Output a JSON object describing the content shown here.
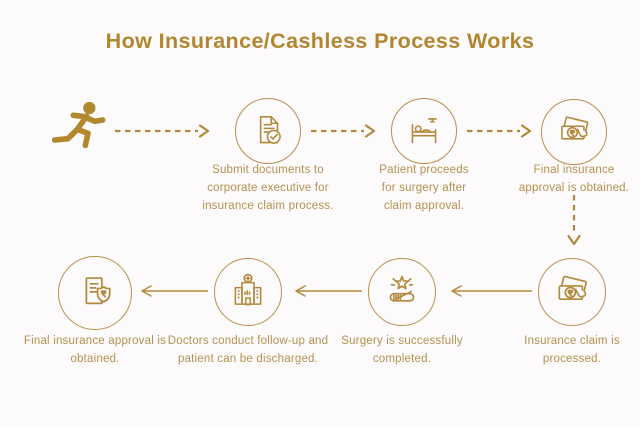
{
  "title": "How Insurance/Cashless Process Works",
  "colors": {
    "gold": "#B2893C",
    "gold_dark": "#B1862F",
    "caption_gold": "#B4914E",
    "background": "#FCFAFB"
  },
  "start": {
    "icon": "running-person-icon"
  },
  "top_row": {
    "direction": "left-to-right",
    "arrow_style": "dashed",
    "steps": [
      {
        "icon": "document-check-icon",
        "caption": "Submit documents to corporate executive for insurance claim process."
      },
      {
        "icon": "patient-bed-icon",
        "caption": "Patient proceeds for surgery after claim approval."
      },
      {
        "icon": "cash-payment-icon",
        "caption": "Final insurance approval is obtained."
      }
    ]
  },
  "connector": {
    "arrow_style": "dashed",
    "direction": "down"
  },
  "bottom_row": {
    "direction": "right-to-left",
    "arrow_style": "solid",
    "steps": [
      {
        "icon": "cash-payment-icon",
        "caption": "Insurance claim is processed."
      },
      {
        "icon": "surgery-success-icon",
        "caption": "Surgery is successfully completed."
      },
      {
        "icon": "hospital-building-icon",
        "caption": "Doctors conduct follow-up and patient can be discharged."
      },
      {
        "icon": "document-rupee-shield-icon",
        "caption": "Final insurance approval is obtained."
      }
    ]
  }
}
